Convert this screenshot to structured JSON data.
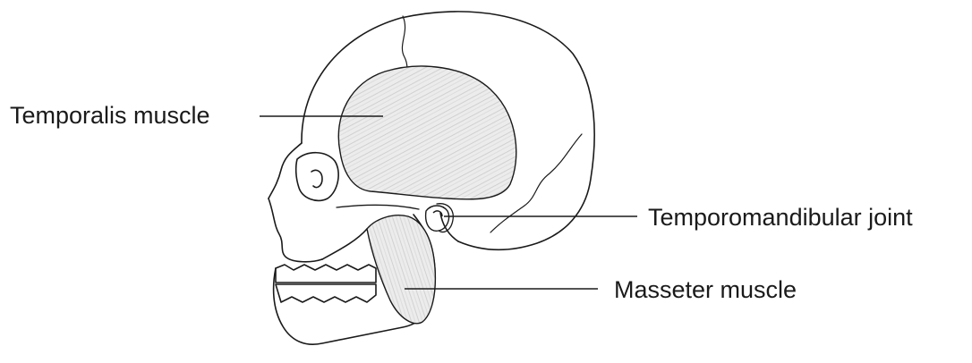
{
  "labels": {
    "temporalis": "Temporalis muscle",
    "tmj": "Temporomandibular joint",
    "masseter": "Masseter muscle"
  },
  "colors": {
    "line": "#1a1a1a",
    "muscle_fill": "#e6e6e6",
    "background": "#ffffff"
  }
}
